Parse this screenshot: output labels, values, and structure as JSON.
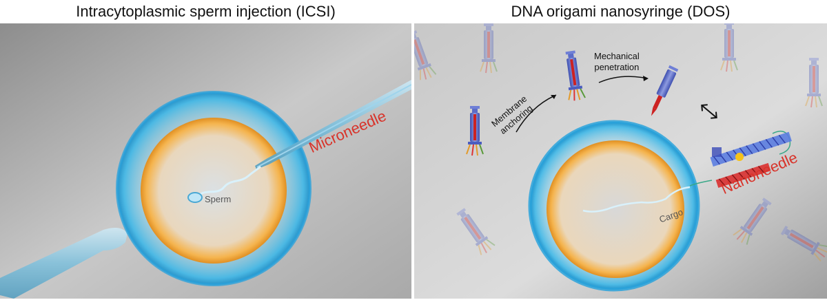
{
  "panels": {
    "left": {
      "title": "Intracytoplasmic sperm injection (ICSI)",
      "needle_label": "Microneedle",
      "cargo_label": "Sperm"
    },
    "right": {
      "title": "DNA origami nanosyringe (DOS)",
      "needle_label": "Nanoneedle",
      "cargo_label": "Cargo",
      "step1_line1": "Membrane",
      "step1_line2": "anchoring",
      "step2_line1": "Mechanical",
      "step2_line2": "penetration"
    }
  },
  "colors": {
    "background": "#9a9a9a",
    "membrane": "#3fb8e8",
    "cytoplasm": "#f0a640",
    "needle_label": "#d8332a",
    "syringe_barrel": "#5b6cc8",
    "syringe_plunger": "#d22a2a"
  },
  "icons": {
    "double_arrow": "bidirectional-arrow-icon"
  }
}
